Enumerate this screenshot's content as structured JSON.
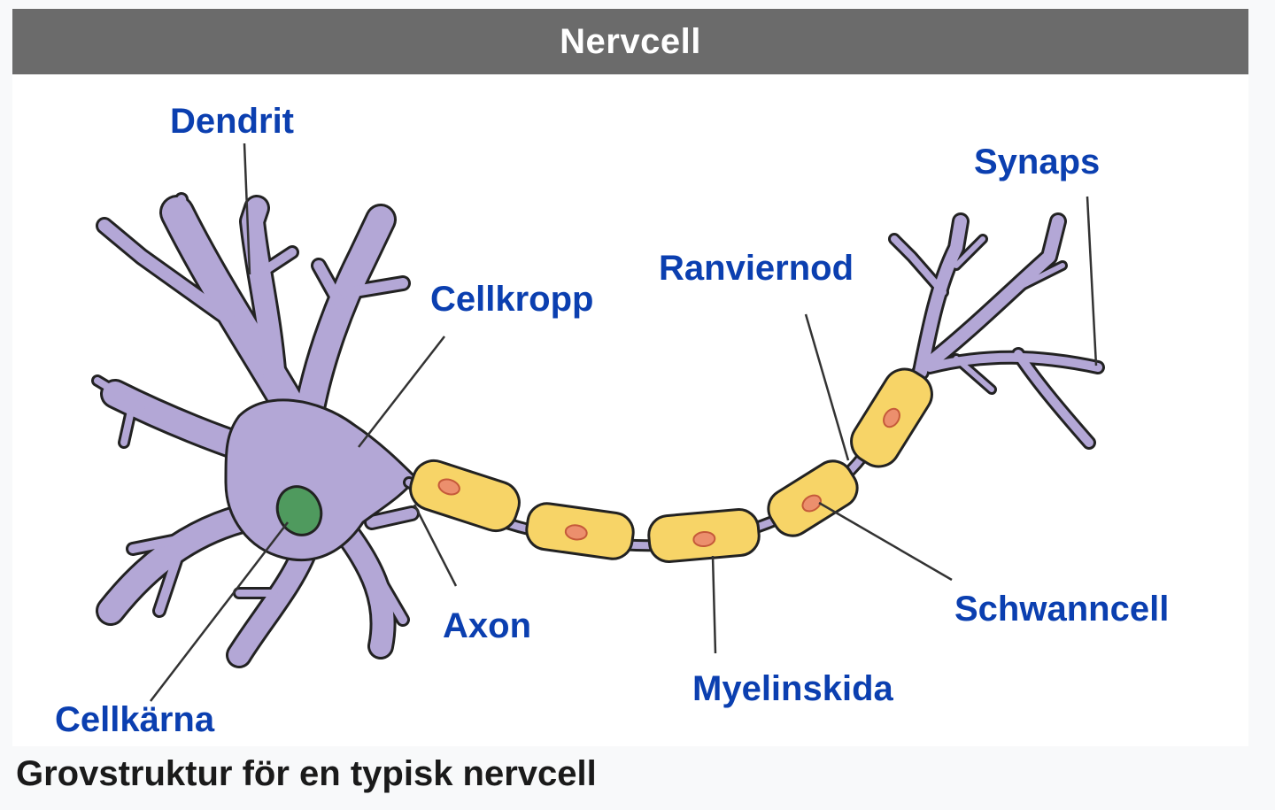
{
  "title": "Nervcell",
  "caption": "Grovstruktur för en typisk nervcell",
  "labels": {
    "dendrit": "Dendrit",
    "synaps": "Synaps",
    "ranviernod": "Ranviernod",
    "cellkropp": "Cellkropp",
    "schwanncell": "Schwanncell",
    "axon": "Axon",
    "myelinskida": "Myelinskida",
    "cellkarna": "Cellkärna"
  },
  "colors": {
    "label": "#0b3fb0",
    "neuron": "#b3a7d6",
    "nucleus": "#4f9a5e",
    "myelin": "#f7d467",
    "schwann_nucleus": "#ec8f6d",
    "header": "#6b6b6b"
  }
}
